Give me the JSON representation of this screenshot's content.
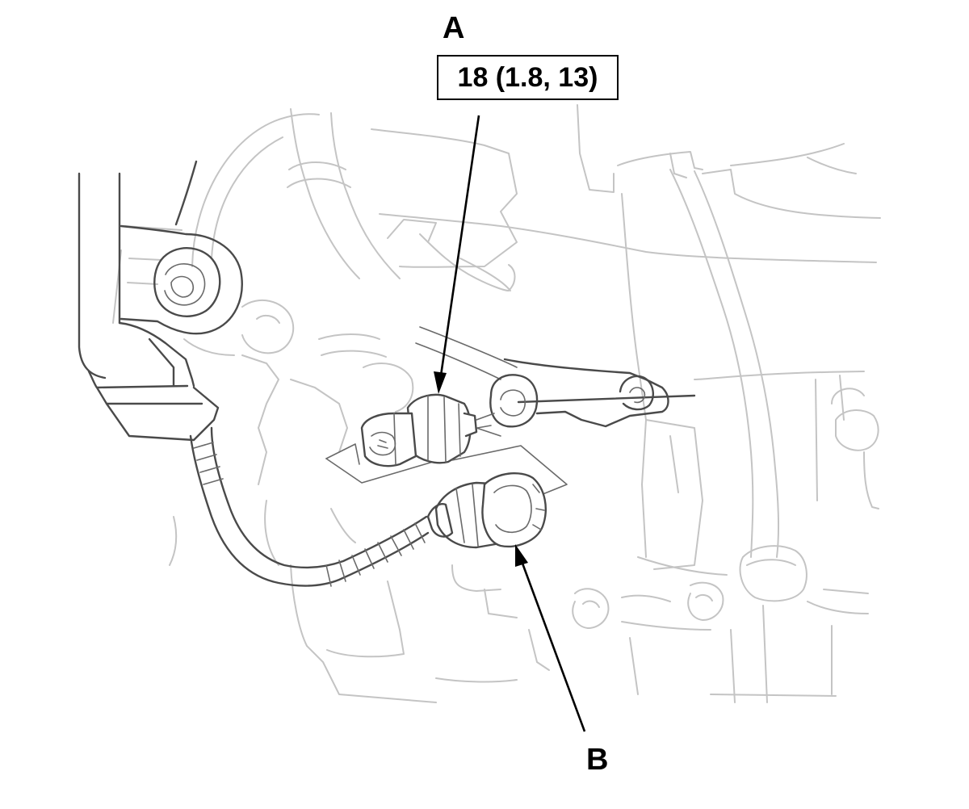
{
  "callouts": {
    "a_letter": "A",
    "b_letter": "B",
    "torque_spec": "18 (1.8, 13)"
  },
  "parts": {
    "a": "oil-pressure-switch",
    "b": "connector"
  },
  "icons": {
    "leader_arrow": "arrow-leader"
  }
}
